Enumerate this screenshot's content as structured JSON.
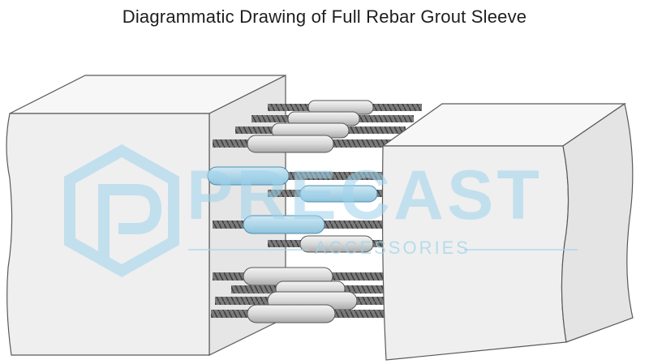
{
  "title": "Diagrammatic Drawing of Full Rebar Grout Sleeve",
  "watermark": {
    "brand": "PRECAST",
    "tagline": "ACCESSORIES",
    "icon": "precast-logo-icon",
    "color": "#9fd3ec"
  },
  "colors": {
    "block_face": "#efefef",
    "block_top": "#f7f7f7",
    "block_side": "#e2e2e2",
    "outline": "#555555",
    "rebar": "#6e6e6e",
    "sleeve": "#dcdcdc"
  }
}
